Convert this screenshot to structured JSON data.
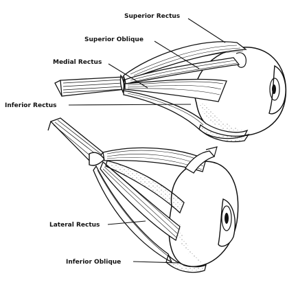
{
  "labels": {
    "superior_rectus": "Superior Rectus",
    "superior_oblique": "Superior Oblique",
    "medial_rectus": "Medial Rectus",
    "inferior_rectus": "Inferior Rectus",
    "lateral_rectus": "Lateral Rectus",
    "inferior_oblique": "Inferior Oblique"
  },
  "colors": {
    "ink": "#111111",
    "background": "#ffffff"
  }
}
